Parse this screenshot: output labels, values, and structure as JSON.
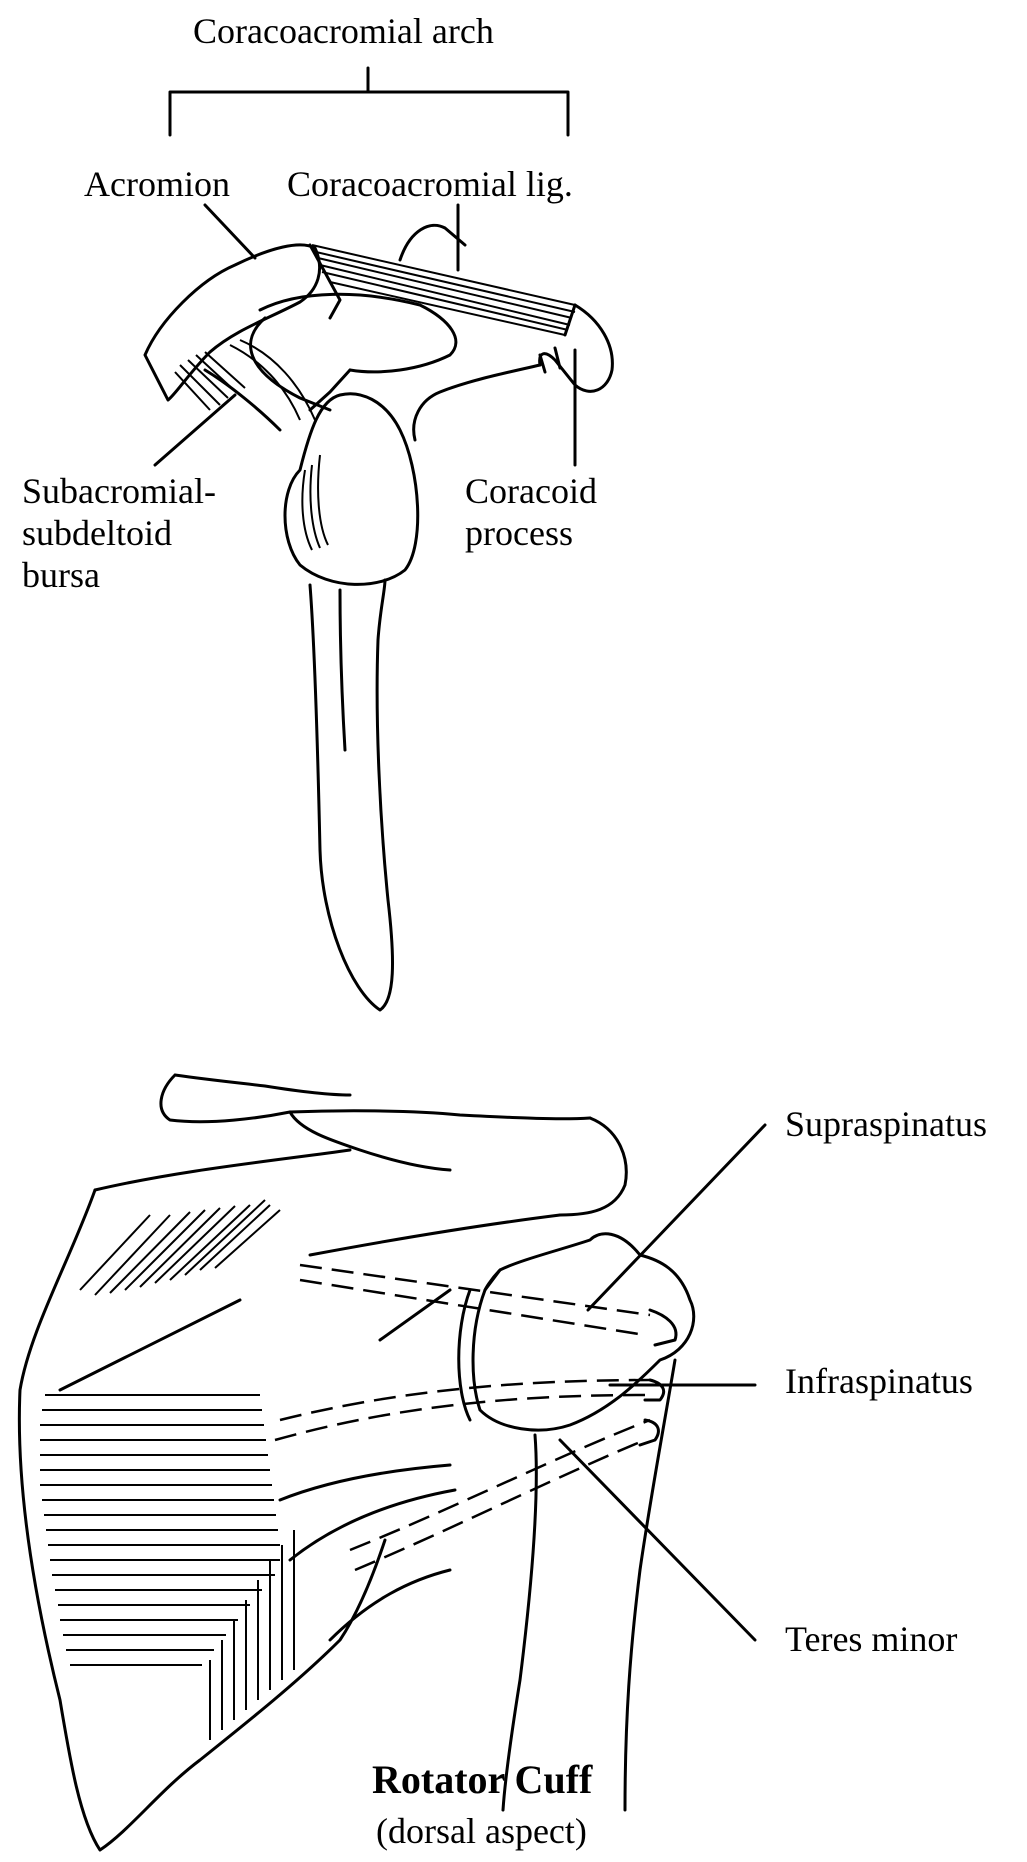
{
  "top_figure": {
    "labels": {
      "arch": "Coracoacromial arch",
      "acromion": "Acromion",
      "ligament": "Coracoacromial lig.",
      "bursa_line1": "Subacromial-",
      "bursa_line2": "subdeltoid",
      "bursa_line3": "bursa",
      "coracoid_line1": "Coracoid",
      "coracoid_line2": "process"
    }
  },
  "bottom_figure": {
    "labels": {
      "supraspinatus": "Supraspinatus",
      "infraspinatus": "Infraspinatus",
      "teres_minor": "Teres minor"
    },
    "caption": {
      "title": "Rotator Cuff",
      "subtitle": "(dorsal aspect)"
    }
  }
}
